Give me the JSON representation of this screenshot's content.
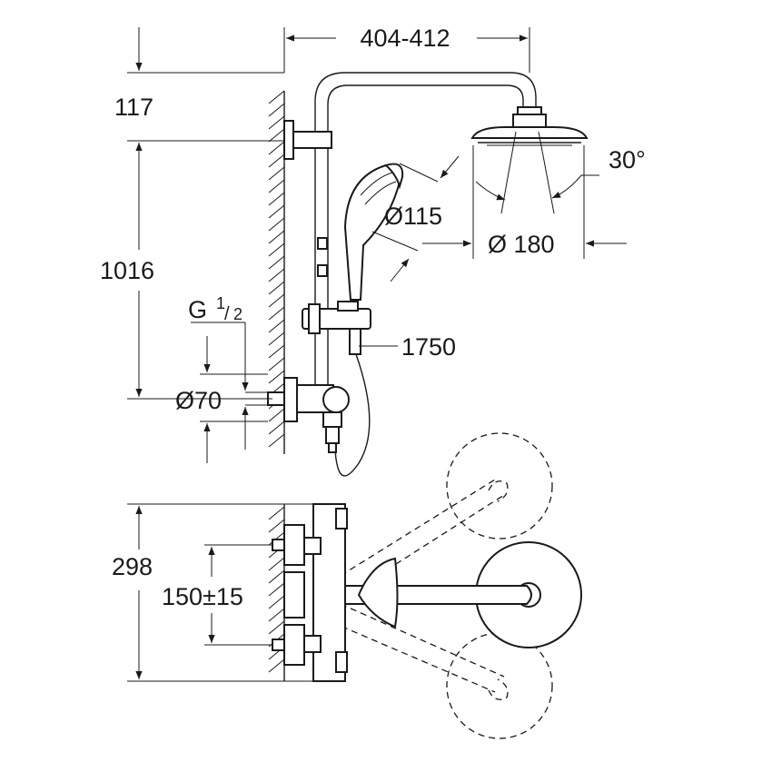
{
  "dimensions": {
    "top_width": "404-412",
    "top_offset": "117",
    "height": "1016",
    "thread_g": "G",
    "thread_num": "1",
    "thread_den": "2",
    "diameter_outlet": "Ø70",
    "hand_shower_dia": "Ø115",
    "head_shower_dia": "Ø 180",
    "tilt_angle": "30°",
    "hose_length": "1750",
    "plan_depth": "298",
    "centre_distance": "150±15"
  }
}
